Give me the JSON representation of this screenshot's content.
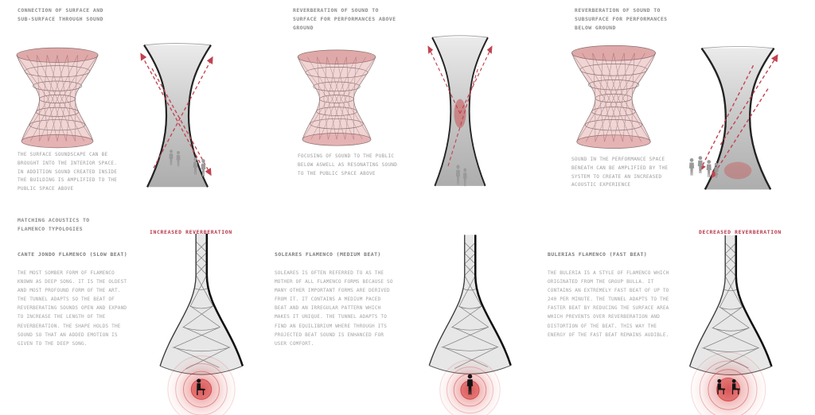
{
  "colors": {
    "accent_red": "#b5374a",
    "arrow_red": "#c24250",
    "tint_pink": "#cd7a7a",
    "structure_gray": "#777777",
    "text_gray": "#9c9c9c"
  },
  "top": {
    "panels": [
      {
        "title": "CONNECTION OF SURFACE AND SUB-SURFACE THROUGH SOUND",
        "caption": "THE SURFACE SOUNDSCAPE CAN BE BROUGHT INTO THE INTERIOR SPACE. IN ADDITION SOUND CREATED INSIDE THE BUILDING IS AMPLIFIED TO THE PUBLIC SPACE ABOVE"
      },
      {
        "title": "REVERBERATION OF SOUND TO SURFACE FOR PERFORMANCES ABOVE GROUND",
        "caption": "FOCUSING OF SOUND TO THE PUBLIC BELOW ASWELL AS RESONATING SOUND TO THE PUBLIC SPACE ABOVE"
      },
      {
        "title": "REVERBERATION OF SOUND TO SUBSURFACE FOR PERFORMANCES BELOW GROUND",
        "caption": "SOUND IN THE PERFORMANCE SPACE BENEATH CAN BE AMPLIFIED BY THE SYSTEM TO CREATE AN INCREASED ACOUSTIC EXPERIENCE"
      }
    ]
  },
  "bottom": {
    "section_title": "MATCHING ACOUSTICS TO FLAMENCO TYPOLOGIES",
    "labels": {
      "increased": "INCREASED REVERBERATION",
      "decreased": "DECREASED REVERBERATION"
    },
    "panels": [
      {
        "heading": "CANTE JONDO FLAMENCO (SLOW BEAT)",
        "body": "THE MOST SOMBER FORM OF FLAMENCO KNOWN AS DEEP SONG. IT IS THE OLDEST AND MOST PROFOUND FORM OF THE ART. THE TUNNEL ADAPTS SO THE BEAT OF REVERBERATING SOUNDS OPEN AND EXPAND TO INCREASE THE LENGTH OF THE REVERBERATION. THE SHAPE HOLDS THE SOUND SO THAT AN ADDED EMOTION IS GIVEN TO THE DEEP SONG."
      },
      {
        "heading": "SOLEARES FLAMENCO (MEDIUM BEAT)",
        "body": "SOLEARES IS OFTEN REFERRED TO AS THE MOTHER OF ALL FLAMENCO FORMS BECAUSE SO MANY OTHER IMPORTANT FORMS ARE DERIVED FROM IT. IT CONTAINS A MEDIUM PACED BEAT AND AN IRREGULAR PATTERN WHICH MAKES IT UNIQUE. THE TUNNEL ADAPTS TO FIND AN EQUILIBRIUM WHERE THROUGH ITS PROJECTED BEAT SOUND IS ENHANCED FOR USER COMFORT."
      },
      {
        "heading": "BULERIAS FLAMENCO (FAST BEAT)",
        "body": "THE BULERIA IS A STYLE OF FLAMENCO WHICH ORIGINATED FROM THE GROUP BULLA. IT CONTAINS AN EXTREMELY FAST BEAT OF UP TO 240 PER MINUTE. THE TUNNEL ADAPTS TO THE FASTER BEAT BY REDUCING THE SURFACE AREA WHICH PREVENTS OVER REVERBERATION AND DISTORTION OF THE BEAT. THIS WAY THE ENERGY OF THE FAST BEAT REMAINS AUDIBLE."
      }
    ]
  }
}
